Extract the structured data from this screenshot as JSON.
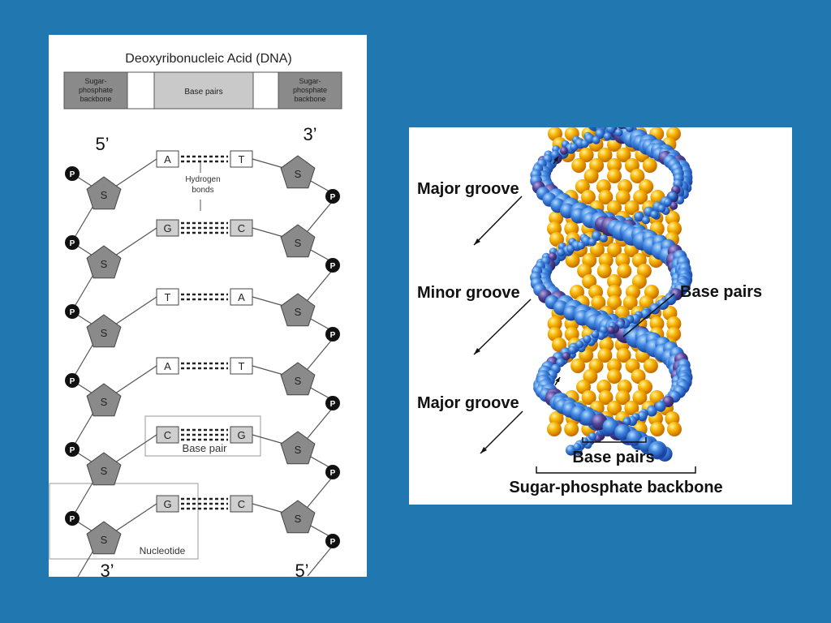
{
  "left": {
    "title": "Deoxyribonucleic Acid (DNA)",
    "legend": {
      "left_box": [
        "Sugar-",
        "phosphate",
        "backbone"
      ],
      "center_box": "Base pairs",
      "right_box": [
        "Sugar-",
        "phosphate",
        "backbone"
      ]
    },
    "end_labels": {
      "top_left": "5’",
      "top_right": "3’",
      "bottom_left": "3’",
      "bottom_right": "5’"
    },
    "sugar_label": "S",
    "phosphate_label": "P",
    "pairs": [
      {
        "left": "A",
        "right": "T",
        "bonds": 2
      },
      {
        "left": "G",
        "right": "C",
        "bonds": 3
      },
      {
        "left": "T",
        "right": "A",
        "bonds": 2
      },
      {
        "left": "A",
        "right": "T",
        "bonds": 2
      },
      {
        "left": "C",
        "right": "G",
        "bonds": 3
      },
      {
        "left": "G",
        "right": "C",
        "bonds": 3
      }
    ],
    "hydrogen_bonds_label": [
      "Hydrogen",
      "bonds"
    ],
    "base_pair_label": "Base pair",
    "nucleotide_label": "Nucleotide"
  },
  "right": {
    "labels": {
      "major_groove_top": "Major groove",
      "minor_groove": "Minor groove",
      "major_groove_bottom": "Major groove",
      "base_pairs_right": "Base pairs",
      "base_pairs_bottom": "Base pairs",
      "backbone": "Sugar-phosphate backbone"
    },
    "colors": {
      "backbone": "#2f67c8",
      "backbone_dark": "#4a3f8f",
      "base": "#f5a800"
    }
  }
}
